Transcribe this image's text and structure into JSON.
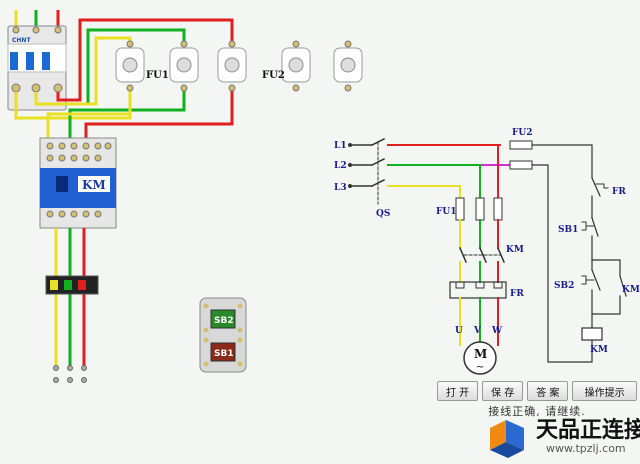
{
  "left_panel": {
    "breaker_brand": "CHNT",
    "fuse_group1": "FU1",
    "fuse_group2": "FU2",
    "contactor_label": "KM",
    "button_sb2": "SB2",
    "button_sb1": "SB1"
  },
  "schematic": {
    "line_l1": "L1",
    "line_l2": "L2",
    "line_l3": "L3",
    "switch_qs": "QS",
    "fuse_fu1": "FU1",
    "fuse_fu2": "FU2",
    "contact_km_main": "KM",
    "relay_fr_main": "FR",
    "relay_fr_ctrl": "FR",
    "button_sb1": "SB1",
    "button_sb2": "SB2",
    "contact_km_aux": "KM",
    "coil_km": "KM",
    "phase_u": "U",
    "phase_v": "V",
    "phase_w": "W",
    "motor_label": "M",
    "motor_symbol": "~"
  },
  "toolbar": {
    "open_label": "打 开",
    "save_label": "保 存",
    "answer_label": "答 案",
    "hint_label": "操作提示"
  },
  "status_text": "接线正确, 请继续.",
  "watermark": {
    "brand": "天品正连接",
    "url": "www.tpzlj.com"
  },
  "colors": {
    "wire_red": "#e02020",
    "wire_green": "#10b020",
    "wire_yellow": "#e8e020",
    "wire_dark": "#333333",
    "contactor_blue": "#2060d0"
  }
}
